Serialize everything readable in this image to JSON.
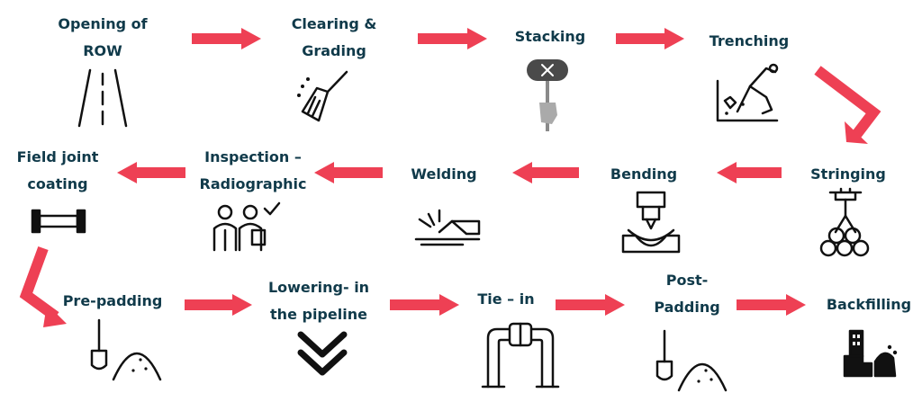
{
  "colors": {
    "arrow": "#ee4054",
    "label": "#103a4a",
    "icon": "#111111"
  },
  "steps": [
    {
      "id": "opening-of-row",
      "lines": [
        "Opening  of",
        "ROW"
      ],
      "icon": "road-icon"
    },
    {
      "id": "clearing-grading",
      "lines": [
        "Clearing &",
        "Grading"
      ],
      "icon": "broom-icon"
    },
    {
      "id": "stacking",
      "lines": [
        "Stacking"
      ],
      "icon": "stake-sign-icon"
    },
    {
      "id": "trenching",
      "lines": [
        "Trenching"
      ],
      "icon": "excavator-icon"
    },
    {
      "id": "stringing",
      "lines": [
        "Stringing"
      ],
      "icon": "crane-pipes-icon"
    },
    {
      "id": "bending",
      "lines": [
        "Bending"
      ],
      "icon": "bending-press-icon"
    },
    {
      "id": "welding",
      "lines": [
        "Welding"
      ],
      "icon": "welding-torch-icon"
    },
    {
      "id": "inspection-radiographic",
      "lines": [
        "Inspection –",
        "Radiographic"
      ],
      "icon": "inspectors-icon"
    },
    {
      "id": "field-joint-coating",
      "lines": [
        "Field joint",
        "coating"
      ],
      "icon": "pipe-joint-icon"
    },
    {
      "id": "pre-padding",
      "lines": [
        "Pre-padding"
      ],
      "icon": "padding-shovel-icon"
    },
    {
      "id": "lowering-in",
      "lines": [
        "Lowering- in",
        "the pipeline"
      ],
      "icon": "double-chevron-down-icon"
    },
    {
      "id": "tie-in",
      "lines": [
        "Tie – in"
      ],
      "icon": "pipe-tie-in-icon"
    },
    {
      "id": "post-padding",
      "lines": [
        "Post-",
        "Padding"
      ],
      "icon": "padding-shovel-icon"
    },
    {
      "id": "backfilling",
      "lines": [
        "Backfilling"
      ],
      "icon": "backfill-icon"
    }
  ]
}
